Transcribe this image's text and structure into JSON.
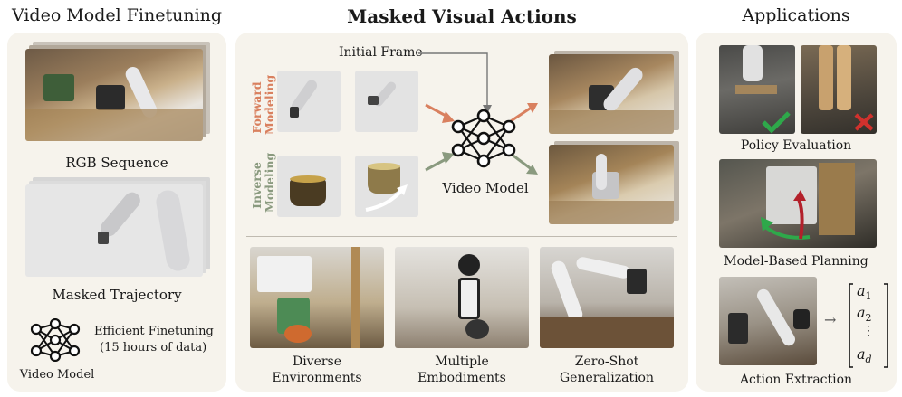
{
  "left": {
    "title": "Video Model Finetuning",
    "rgb_label": "RGB Sequence",
    "masked_label": "Masked Trajectory",
    "finetune_line1": "Efficient Finetuning",
    "finetune_line2": "(15 hours of data)",
    "video_model_label": "Video Model"
  },
  "center": {
    "title": "Masked Visual Actions",
    "initial_frame": "Initial Frame",
    "forward_line1": "Forward",
    "forward_line2": "Modeling",
    "inverse_line1": "Inverse",
    "inverse_line2": "Modeling",
    "video_model_label": "Video Model",
    "bottom": [
      {
        "line1": "Diverse",
        "line2": "Environments"
      },
      {
        "line1": "Multiple",
        "line2": "Embodiments"
      },
      {
        "line1": "Zero-Shot",
        "line2": "Generalization"
      }
    ]
  },
  "right": {
    "title": "Applications",
    "policy_eval": "Policy Evaluation",
    "planning": "Model-Based Planning",
    "action_extraction": "Action Extraction",
    "arrow": "→",
    "matrix": [
      "a",
      "1",
      "a",
      "2",
      "⋮",
      "a",
      "d"
    ]
  },
  "colors": {
    "panel": "#f6f3ec",
    "forward": "#d9805f",
    "inverse": "#8a9a7f",
    "check": "#2ea84a",
    "cross": "#d0312d"
  }
}
